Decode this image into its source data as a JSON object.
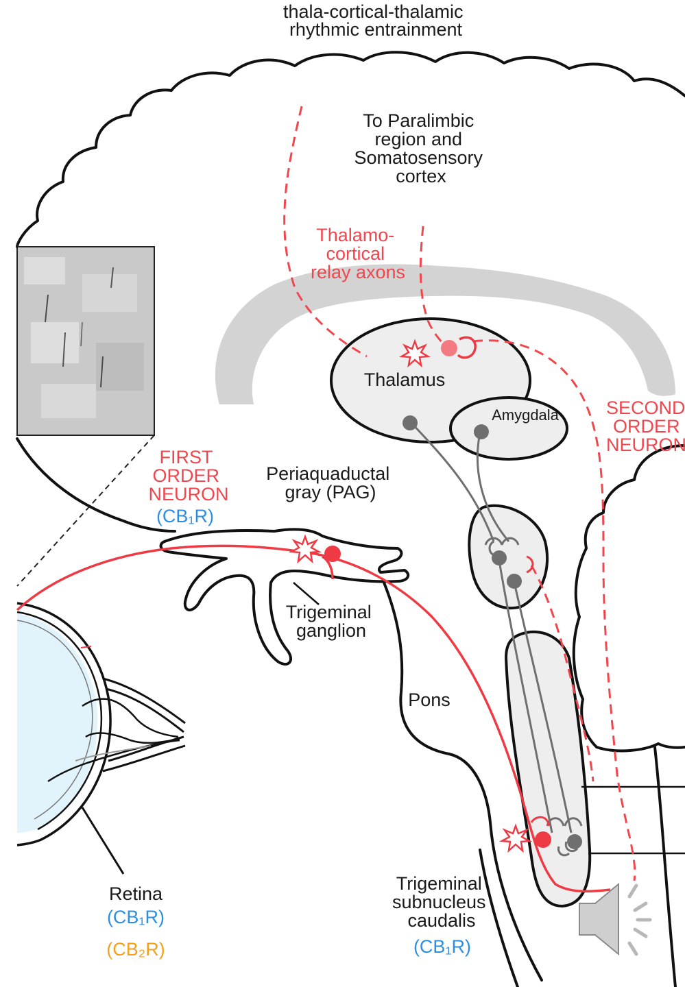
{
  "title": [
    "thala-cortical-thalamic",
    "rhythmic entrainment"
  ],
  "labels": {
    "paralimbic": [
      "To Paralimbic",
      "region and",
      "Somatosensory",
      "cortex"
    ],
    "relay": [
      "Thalamo-",
      "cortical",
      "relay axons"
    ],
    "thalamus": "Thalamus",
    "amygdala": "Amygdala",
    "second_order": [
      "SECOND",
      "ORDER",
      "NEURON"
    ],
    "first_order": [
      "FIRST",
      "ORDER",
      "NEURON"
    ],
    "first_order_receptor": "(CB₁R)",
    "pag": [
      "Periaquaductal",
      "gray (PAG)"
    ],
    "ganglion": [
      "Trigeminal",
      "ganglion"
    ],
    "pons": "Pons",
    "retina": "Retina",
    "retina_receptor_1": "(CB₁R)",
    "retina_receptor_2": "(CB₂R)",
    "subnucleus": [
      "Trigeminal",
      "subnucleus",
      "caudalis"
    ],
    "subnucleus_receptor": "(CB₁R)"
  },
  "colors": {
    "neuron_red": "#ee3a44",
    "receptor_blue": "#2e8fe0",
    "receptor_orange": "#f2a01e",
    "pathway_gray": "#6f6f6f"
  },
  "icons": {
    "audio": "speaker-icon"
  }
}
